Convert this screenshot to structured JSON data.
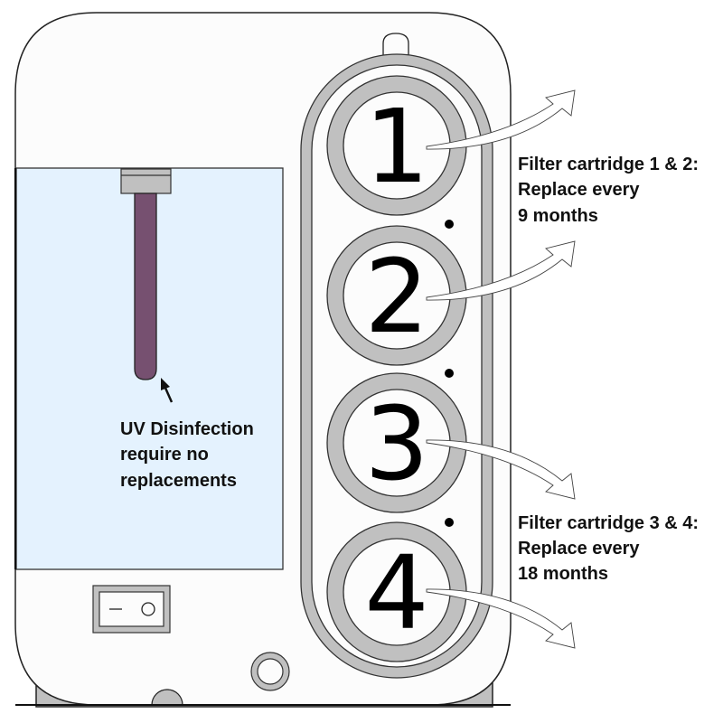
{
  "colors": {
    "body": "#fcfcfc",
    "panel": "#e4f2fe",
    "gray": "#c0c0c0",
    "uv_tube": "#765070",
    "outline": "#222222"
  },
  "cartridges": [
    {
      "number": "1"
    },
    {
      "number": "2"
    },
    {
      "number": "3"
    },
    {
      "number": "4"
    }
  ],
  "labels": {
    "group_1_2": [
      "Filter cartridge 1 & 2:",
      "Replace every",
      "9 months"
    ],
    "group_3_4": [
      "Filter cartridge 3 & 4:",
      "Replace every",
      "18 months"
    ],
    "uv": [
      "UV Disinfection",
      "require no",
      "replacements"
    ]
  }
}
